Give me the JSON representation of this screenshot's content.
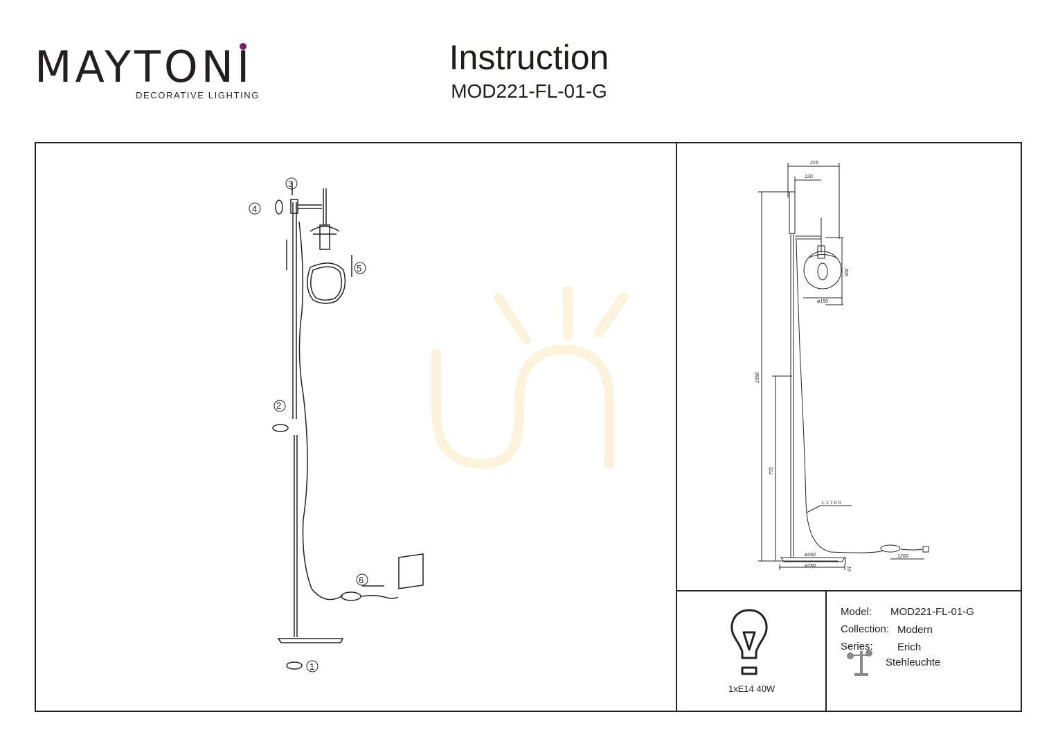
{
  "header": {
    "brand": "MAYTONI",
    "brand_tagline": "DECORATIVE LIGHTING",
    "title": "Instruction",
    "model_code": "MOD221-FL-01-G"
  },
  "assembly": {
    "steps": [
      "1",
      "2",
      "3",
      "4",
      "5",
      "6"
    ]
  },
  "dimensions": {
    "width_total": "215",
    "arm_length": "120",
    "total_height": "1550",
    "lower_height": "772",
    "shade_height": "305",
    "shade_diameter": "ø150",
    "cable_length": "L1700",
    "base_diameter_top": "ø260",
    "base_diameter": "ø250",
    "base_height": "10",
    "cord_to_switch": "1200"
  },
  "lamp": {
    "bulb_spec": "1xE14 40W"
  },
  "specs": {
    "model_label": "Model:",
    "model_value": "MOD221-FL-01-G",
    "collection_label": "Collection:",
    "collection_value": "Modern",
    "series_label": "Series:",
    "series_value": "Erich",
    "type_value": "Stehleuchte"
  },
  "colors": {
    "line": "#222222",
    "brand_accent": "#7a1f6b",
    "watermark": "#fbf3dc"
  }
}
